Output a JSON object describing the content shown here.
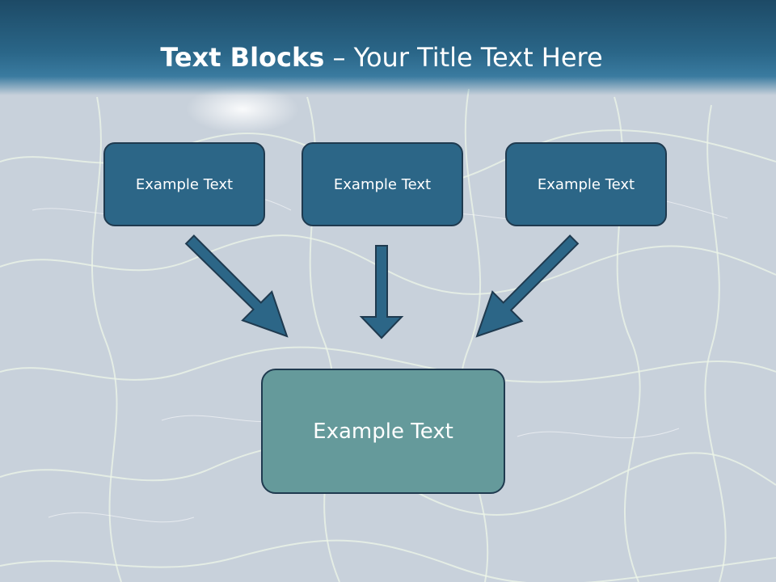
{
  "slide": {
    "title_bold": "Text Blocks",
    "title_rest": " – Your Title Text Here"
  },
  "diagram": {
    "top_boxes": [
      {
        "label": "Example Text"
      },
      {
        "label": "Example Text"
      },
      {
        "label": "Example Text"
      }
    ],
    "bottom_box": {
      "label": "Example Text"
    }
  },
  "colors": {
    "header": "#2a6688",
    "box_fill": "#2c6687",
    "box_border": "#1f3a4f",
    "result_fill": "#659a9b",
    "arrow": "#2c6687"
  }
}
